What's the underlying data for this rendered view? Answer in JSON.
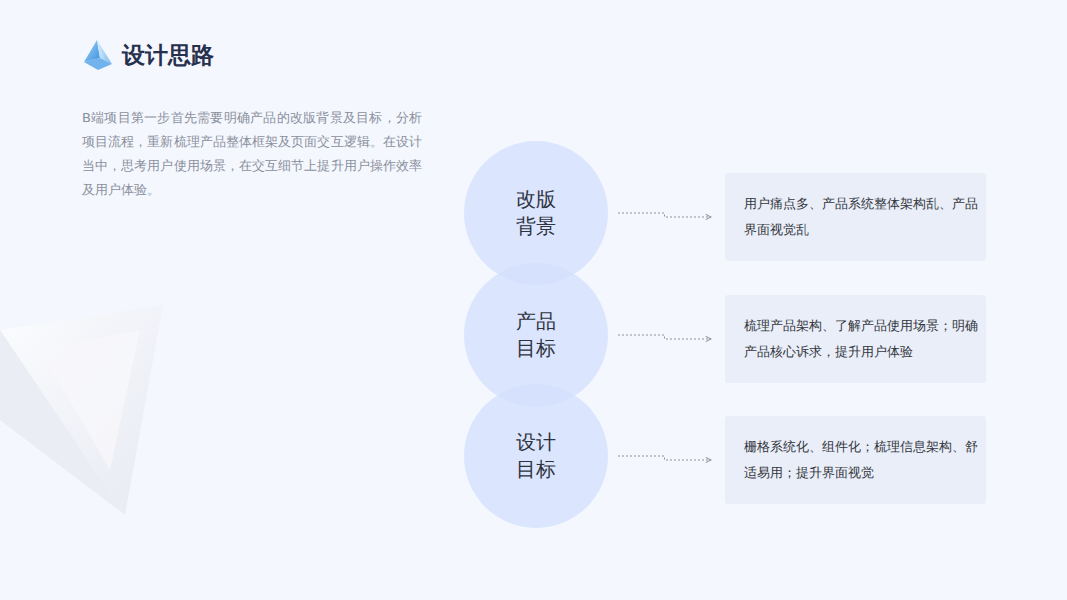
{
  "diagram": {
    "title": "设计思路",
    "nodes": [
      {
        "text": [
          "改版 背景"
        ]
      },
      {
        "text": [
          "产品 目标"
        ]
      },
      {
        "text": [
          "设计 目标"
        ]
      },
      {
        "text": [
          "用户痛点多、产品系统整体架构乱、产品界面视觉乱"
        ]
      },
      {
        "text": [
          "梳理产品架构、了解产品使用场景；明确产品核心诉求，提升用户体验"
        ]
      },
      {
        "text": [
          "栅格系统化、组件化；梳理信息架构、舒适易用；提升界面视觉"
        ]
      }
    ],
    "edges": [
      {
        "from": 0,
        "to": 3,
        "arrow": "to"
      },
      {
        "from": 1,
        "to": 4,
        "arrow": "to"
      },
      {
        "from": 2,
        "to": 5,
        "arrow": "to"
      }
    ],
    "labels": [
      "B端项目第一步首先需要明确产品的改版背景及目标，分析项目流程，重新梳理产品整体框架及页面交互逻辑。在设计当中，思考用户使用场景，在交互细节上提升用户操作效率及用户体验。"
    ]
  }
}
